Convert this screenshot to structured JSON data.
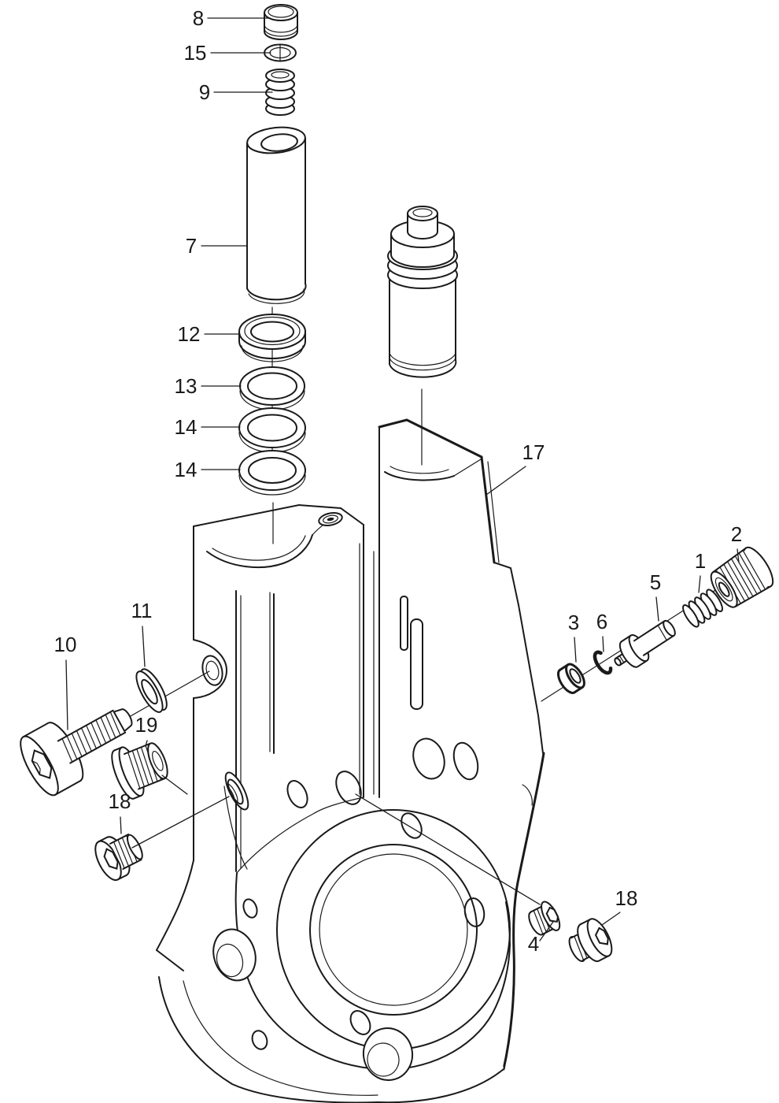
{
  "diagram": {
    "type": "exploded-parts-diagram",
    "background": "#ffffff",
    "line_color": "#1a1a1a"
  },
  "callouts": [
    {
      "id": "callout-8",
      "label": "8"
    },
    {
      "id": "callout-15",
      "label": "15"
    },
    {
      "id": "callout-9",
      "label": "9"
    },
    {
      "id": "callout-7",
      "label": "7"
    },
    {
      "id": "callout-12",
      "label": "12"
    },
    {
      "id": "callout-13",
      "label": "13"
    },
    {
      "id": "callout-14-a",
      "label": "14"
    },
    {
      "id": "callout-14-b",
      "label": "14"
    },
    {
      "id": "callout-17",
      "label": "17"
    },
    {
      "id": "callout-2",
      "label": "2"
    },
    {
      "id": "callout-1",
      "label": "1"
    },
    {
      "id": "callout-5",
      "label": "5"
    },
    {
      "id": "callout-3",
      "label": "3"
    },
    {
      "id": "callout-6",
      "label": "6"
    },
    {
      "id": "callout-10",
      "label": "10"
    },
    {
      "id": "callout-11",
      "label": "11"
    },
    {
      "id": "callout-19",
      "label": "19"
    },
    {
      "id": "callout-18-left",
      "label": "18"
    },
    {
      "id": "callout-4",
      "label": "4"
    },
    {
      "id": "callout-18-right",
      "label": "18"
    }
  ]
}
